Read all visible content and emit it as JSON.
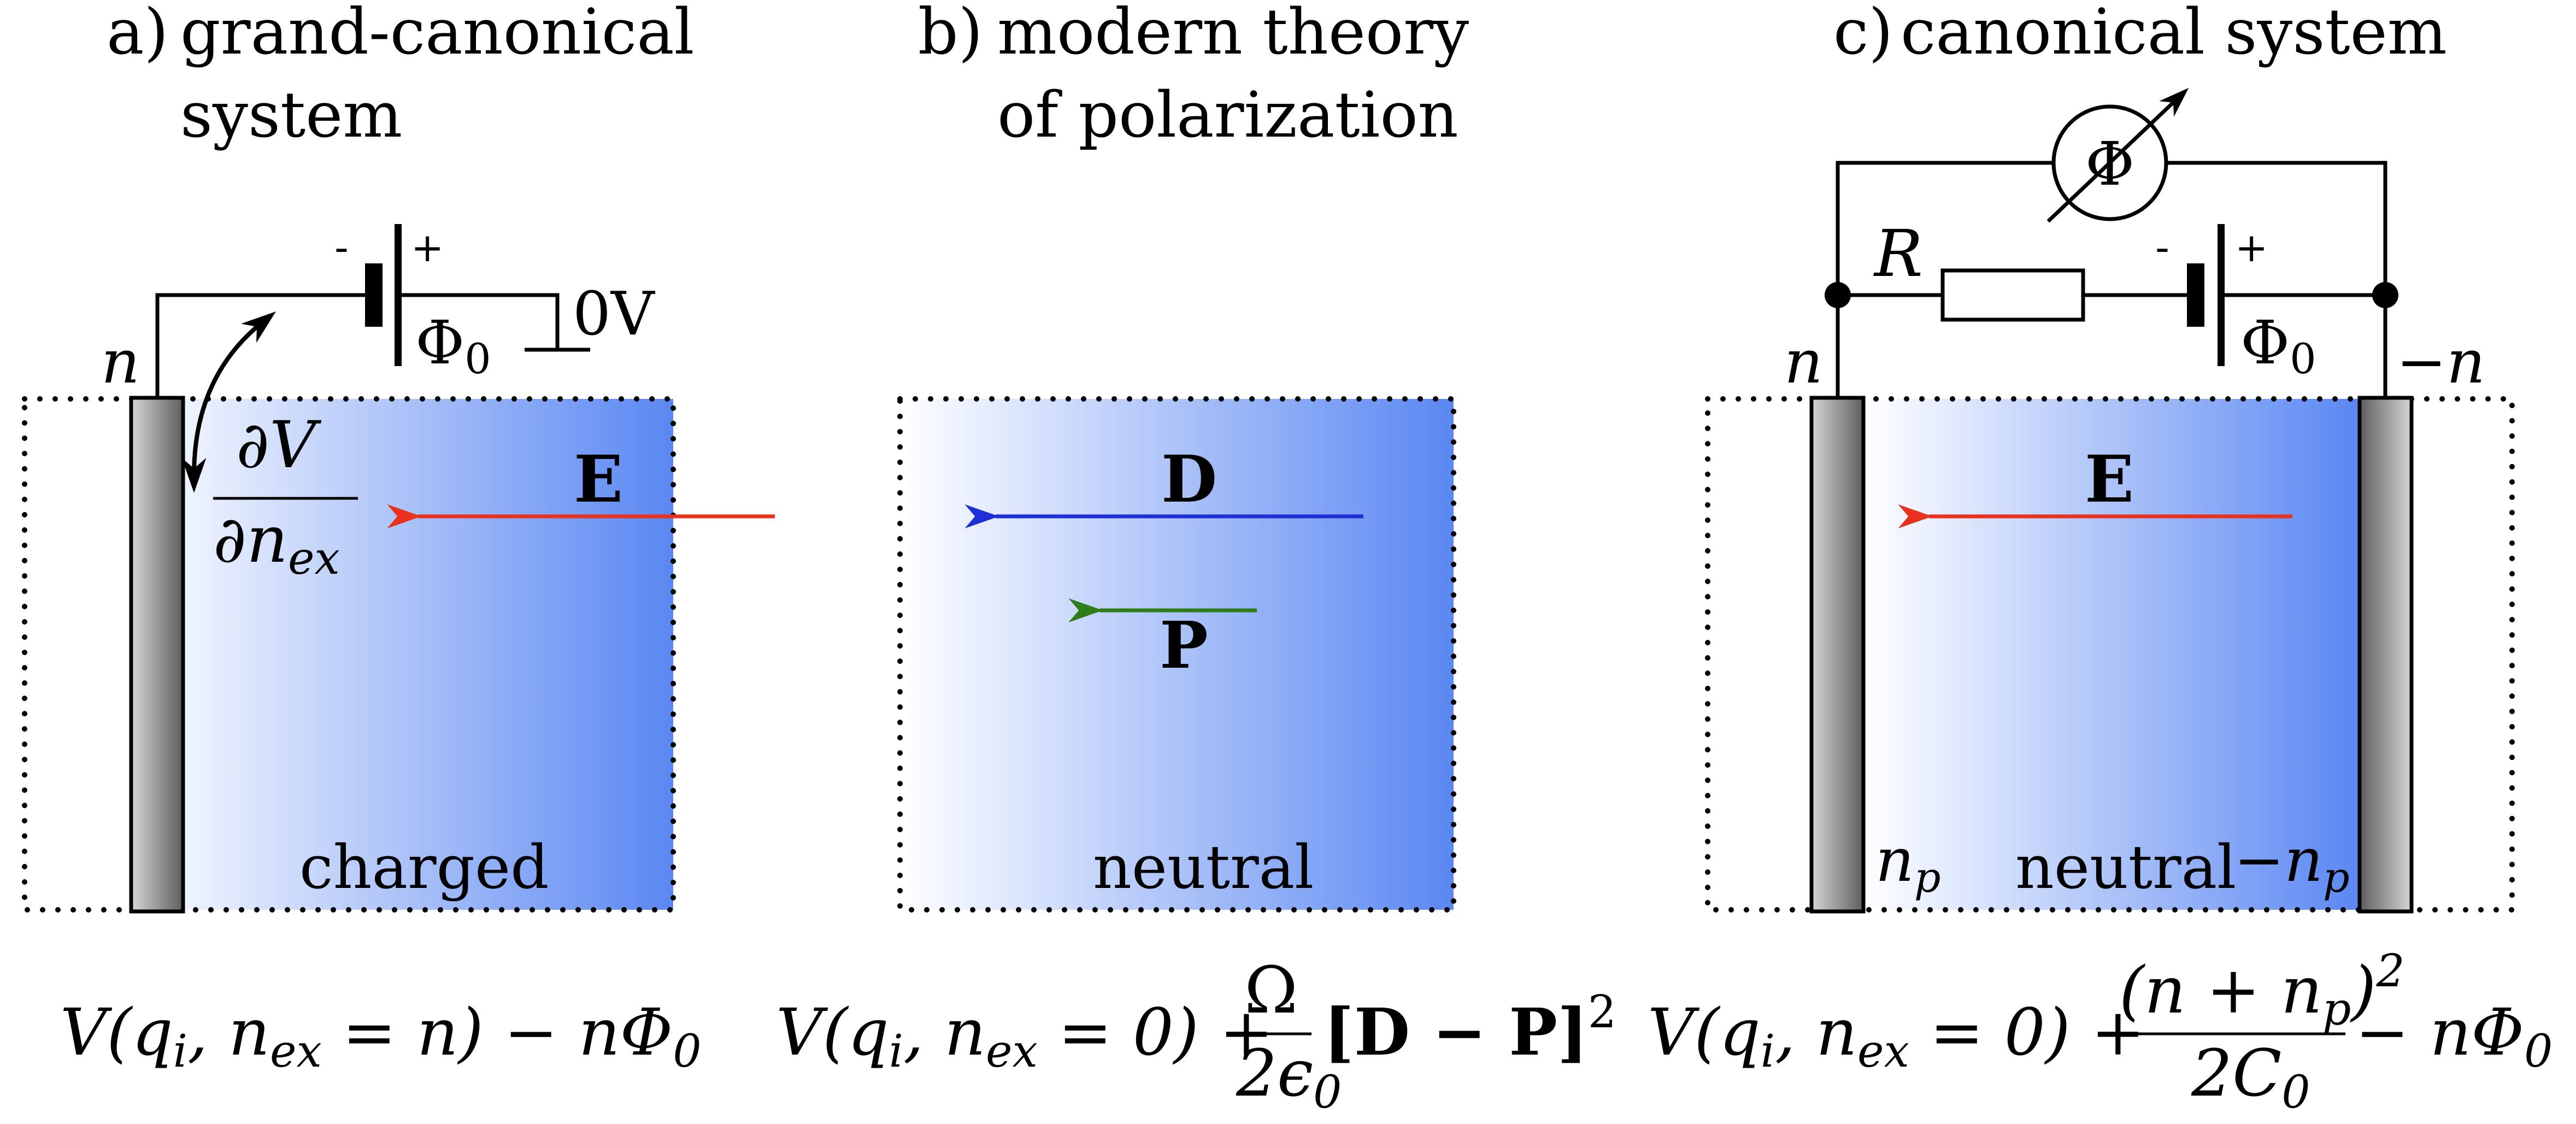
{
  "panel_a": {
    "label": "a)",
    "title_line1": "grand-canonical",
    "title_line2": "system",
    "electrode_label": "n",
    "battery_minus": "-",
    "battery_plus": "+",
    "battery_voltage": "Φ",
    "battery_voltage_sub": "0",
    "ground_label": "0V",
    "derivative_num": "∂V",
    "derivative_den": "∂n",
    "derivative_den_sub": "ex",
    "field_label": "E",
    "region_label": "charged",
    "energy_expr": "V(q",
    "energy_expr_sub": "i",
    "energy_expr_mid": ", n",
    "energy_expr_sub2": "ex",
    "energy_expr_tail": " = n) − nΦ",
    "energy_expr_sub3": "0"
  },
  "panel_b": {
    "label": "b)",
    "title_line1": "modern theory",
    "title_line2": "of polarization",
    "d_label": "D",
    "p_label": "P",
    "region_label": "neutral",
    "energy_expr": "V(q",
    "energy_expr_sub": "i",
    "energy_expr_mid": ", n",
    "energy_expr_sub2": "ex",
    "energy_expr_tail": " = 0) +",
    "frac_num": "Ω",
    "frac_den": "2ϵ",
    "frac_den_sub": "0",
    "bracket_expr": "[D − P]",
    "bracket_sup": "2"
  },
  "panel_c": {
    "label": "c)",
    "title_line1": "canonical system",
    "meter_symbol": "Φ",
    "resistor_label": "R",
    "battery_minus": "-",
    "battery_plus": "+",
    "battery_voltage": "Φ",
    "battery_voltage_sub": "0",
    "left_electrode_label": "n",
    "right_electrode_label": "−n",
    "field_label": "E",
    "left_charge_label": "n",
    "left_charge_sub": "p",
    "region_label": "neutral",
    "right_charge_label": "−n",
    "right_charge_sub": "p",
    "energy_expr": "V(q",
    "energy_expr_sub": "i",
    "energy_expr_mid": ", n",
    "energy_expr_sub2": "ex",
    "energy_expr_tail": " = 0) +",
    "frac_num": "(n + n",
    "frac_num_sub": "p",
    "frac_num_tail": ")",
    "frac_num_sup": "2",
    "frac_den": "2C",
    "frac_den_sub": "0",
    "trailing_expr": "− nΦ",
    "trailing_sub": "0"
  },
  "colors": {
    "e_field_arrow": "#e8321e",
    "d_field_arrow": "#1f2fd6",
    "p_field_arrow": "#2e7d18",
    "gradient_light": "#ffffff",
    "gradient_dark": "#5a87f2"
  }
}
